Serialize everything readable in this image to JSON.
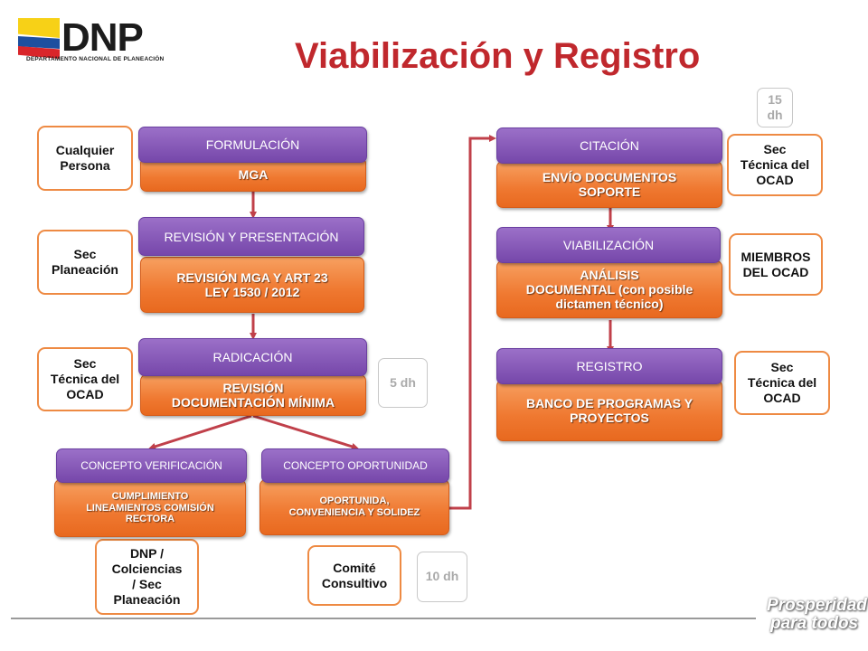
{
  "header": {
    "logo_text": "DNP",
    "logo_subtitle": "DEPARTAMENTO NACIONAL DE PLANEACIÓN",
    "title": "Viabilización y Registro"
  },
  "steps": {
    "formulacion": {
      "head": "FORMULACIÓN",
      "body": "MGA"
    },
    "revision": {
      "head": "REVISIÓN Y PRESENTACIÓN",
      "body": "REVISIÓN MGA Y ART 23\nLEY 1530 / 2012"
    },
    "radicacion": {
      "head": "RADICACIÓN",
      "body": "REVISIÓN\nDOCUMENTACIÓN MÍNIMA"
    },
    "verificacion": {
      "head": "CONCEPTO VERIFICACIÓN",
      "body": "CUMPLIMIENTO\nLINEAMIENTOS COMISIÓN\nRECTORA"
    },
    "oportunidad": {
      "head": "CONCEPTO   OPORTUNIDAD",
      "body": "OPORTUNIDA,\nCONVENIENCIA  Y SOLIDEZ"
    },
    "citacion": {
      "head": "CITACIÓN",
      "body": "ENVÍO DOCUMENTOS\nSOPORTE"
    },
    "viabilizacion": {
      "head": "VIABILIZACIÓN",
      "body": "ANÁLISIS\nDOCUMENTAL (con posible\ndictamen técnico)"
    },
    "registro": {
      "head": "REGISTRO",
      "body": "BANCO DE PROGRAMAS Y\nPROYECTOS"
    }
  },
  "actors": {
    "formulacion": "Cualquier\nPersona",
    "revision": "Sec\nPlaneación",
    "radicacion": "Sec\nTécnica del\nOCAD",
    "verificacion": "DNP /\nColciencias\n/ Sec\nPlaneación",
    "oportunidad": "Comité\nConsultivo",
    "citacion": "Sec\nTécnica del\nOCAD",
    "viabilizacion": "MIEMBROS\nDEL OCAD",
    "registro": "Sec\nTécnica del\nOCAD"
  },
  "durations": {
    "radicacion": "5 dh",
    "conceptos": "10 dh",
    "citacion": "15\ndh"
  },
  "footer": {
    "slogan_line1": "Prosperidad",
    "slogan_line2": "para todos"
  },
  "colors": {
    "title": "#c0282d",
    "step_head": "#7e4fb3",
    "step_body": "#ef7830",
    "actor_border": "#ee8a43",
    "arrow": "#c0404a"
  }
}
